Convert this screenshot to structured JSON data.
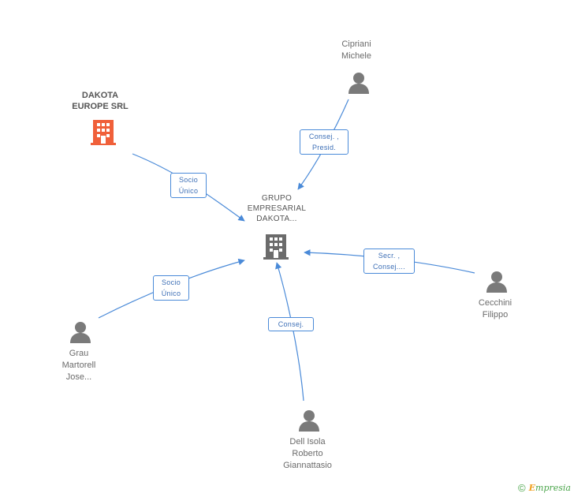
{
  "nodes": {
    "grupo": {
      "lines": [
        "GRUPO",
        "EMPRESARIAL",
        "DAKOTA..."
      ],
      "color": "#6b6b6b",
      "icon": "building-icon"
    },
    "dakota_europe": {
      "lines": [
        "DAKOTA",
        "EUROPE SRL"
      ],
      "color": "#f0603a",
      "icon": "building-icon"
    },
    "cipriani": {
      "lines": [
        "Cipriani",
        "Michele"
      ],
      "icon": "person-icon"
    },
    "cecchini": {
      "lines": [
        "Cecchini",
        "Filippo"
      ],
      "icon": "person-icon"
    },
    "dell_isola": {
      "lines": [
        "Dell Isola",
        "Roberto",
        "Giannattasio"
      ],
      "icon": "person-icon"
    },
    "grau": {
      "lines": [
        "Grau",
        "Martorell",
        "Jose..."
      ],
      "icon": "person-icon"
    }
  },
  "edges": {
    "dakota_europe": {
      "lines": [
        "Socio",
        "Único"
      ]
    },
    "cipriani": {
      "lines": [
        "Consej. ,",
        "Presid."
      ]
    },
    "cecchini": {
      "lines": [
        "Secr. ,",
        "Consej...."
      ]
    },
    "dell_isola": {
      "lines": [
        "Consej."
      ]
    },
    "grau": {
      "lines": [
        "Socio",
        "Único"
      ]
    }
  },
  "colors": {
    "edge": "#4a8ad8",
    "person": "#7a7a7a",
    "company_main": "#6b6b6b",
    "company_highlight": "#f0603a",
    "brand": "#4aa54a"
  },
  "footer": {
    "copyright": "©",
    "brand_initial": "E",
    "brand_rest": "mpresia"
  }
}
